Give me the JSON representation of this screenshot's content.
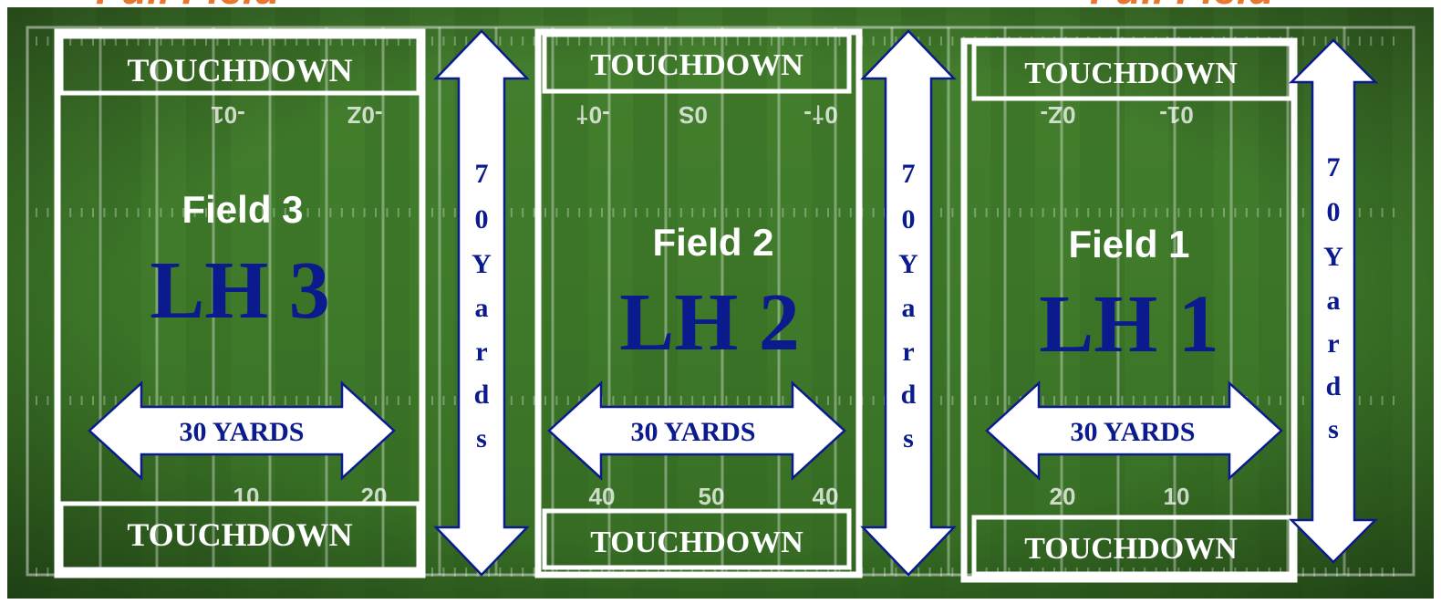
{
  "header": {
    "left_title": "Full Field",
    "right_title": "Full Field"
  },
  "colors": {
    "grass": "#3E7A2A",
    "grass_dark": "#2F6220",
    "title": "#E8762D",
    "label_blue": "#0B1A8C",
    "border": "#ffffff"
  },
  "yard_numbers": {
    "top": [
      "-01",
      "-0Z",
      "-0†",
      "0S",
      "0†-",
      "0Z-",
      "01-"
    ],
    "bottom": [
      "10",
      "20",
      "40",
      "50",
      "40",
      "20",
      "10"
    ]
  },
  "fields": [
    {
      "name": "Field 3",
      "label": "LH 3",
      "touchdown_top": "TOUCHDOWN",
      "touchdown_bottom": "TOUCHDOWN",
      "width_label": "30 YARDS",
      "length_label": "70Yards"
    },
    {
      "name": "Field 2",
      "label": "LH 2",
      "touchdown_top": "TOUCHDOWN",
      "touchdown_bottom": "TOUCHDOWN",
      "width_label": "30 YARDS",
      "length_label": "70Yards"
    },
    {
      "name": "Field 1",
      "label": "LH 1",
      "touchdown_top": "TOUCHDOWN",
      "touchdown_bottom": "TOUCHDOWN",
      "width_label": "30 YARDS",
      "length_label": "70Yards"
    }
  ]
}
